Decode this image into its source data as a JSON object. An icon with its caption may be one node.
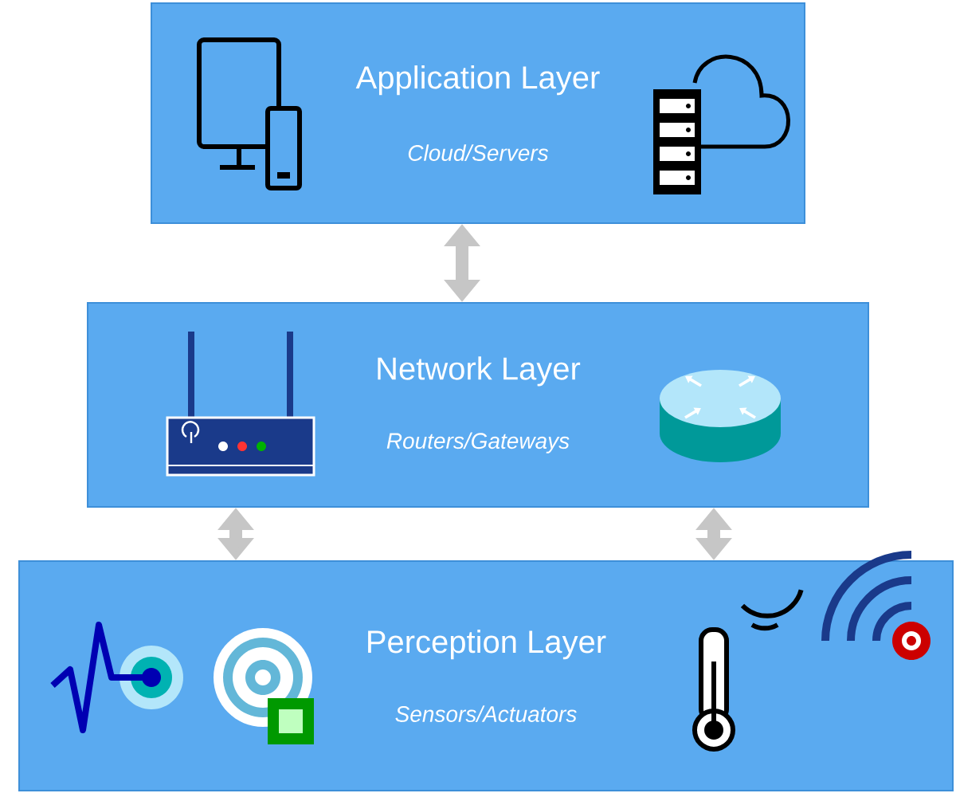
{
  "diagram": {
    "nodes": [
      {
        "text": [
          "Application  Layer",
          "Cloud/Servers"
        ]
      },
      {
        "text": [
          "Network Layer",
          "Routers/Gateways"
        ]
      },
      {
        "text": [
          "Perception Layer",
          "Sensors/Actuators"
        ]
      }
    ],
    "edges": [
      {
        "from": 0,
        "to": 1,
        "arrow": "both"
      },
      {
        "from": 1,
        "to": 2,
        "arrow": "both"
      },
      {
        "from": 1,
        "to": 2,
        "arrow": "both"
      }
    ]
  }
}
